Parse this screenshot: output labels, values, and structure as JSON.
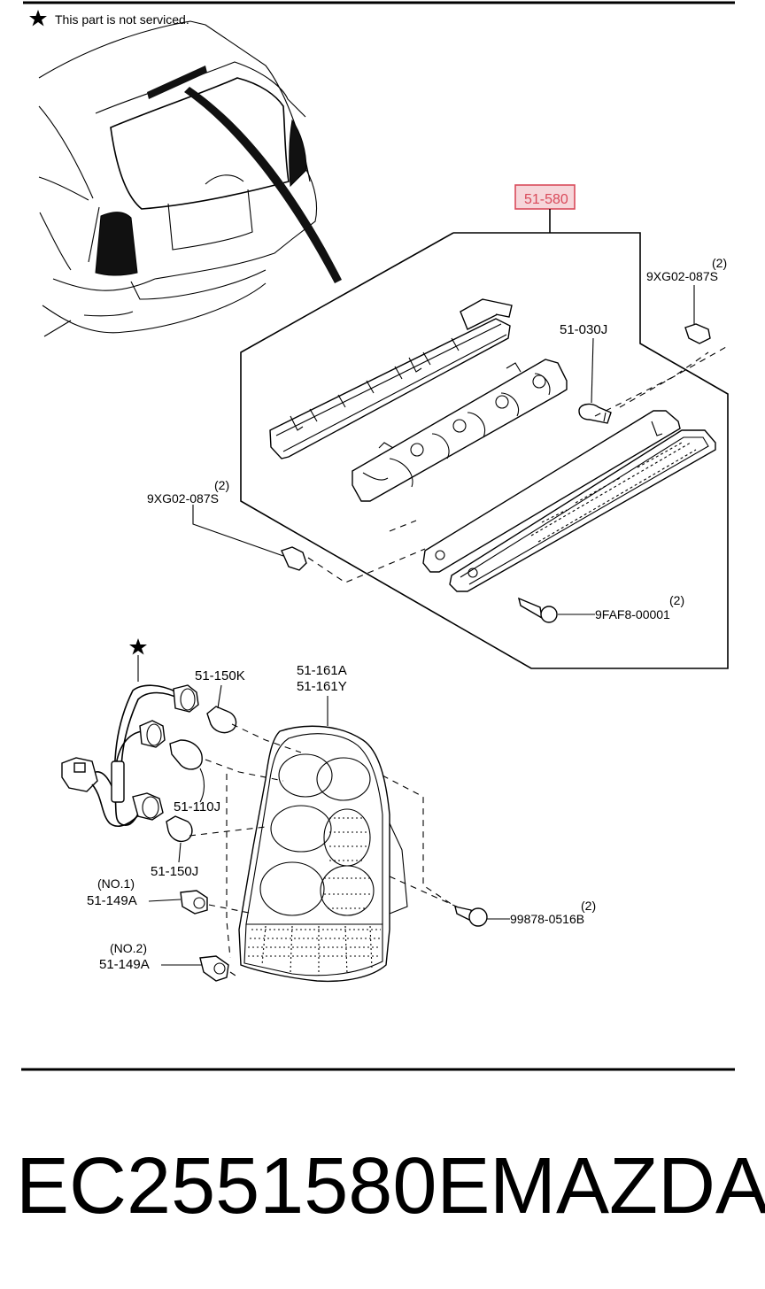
{
  "note": {
    "icon": "star-icon",
    "text": "This part is not serviced."
  },
  "callouts": {
    "assembly": "51-580",
    "clip_top_right": {
      "qty": "(2)",
      "code": "9XG02-087S"
    },
    "bulb_high": "51-030J",
    "clip_left": {
      "qty": "(2)",
      "code": "9XG02-087S"
    },
    "screw_high": {
      "qty": "(2)",
      "code": "9FAF8-00001"
    },
    "tail_lamp": [
      "51-161A",
      "51-161Y"
    ],
    "bulb_1": "51-150K",
    "bulb_2": "51-110J",
    "bulb_3": "51-150J",
    "socket_no1": {
      "tag": "(NO.1)",
      "code": "51-149A"
    },
    "socket_no2": {
      "tag": "(NO.2)",
      "code": "51-149A"
    },
    "screw_lamp": {
      "qty": "(2)",
      "code": "99878-0516B"
    }
  },
  "footer": {
    "part_number": "EC2551580E",
    "brand": "MAZDA"
  },
  "colors": {
    "highlight": "#d94a5a",
    "highlight_fill": "#f6d6da"
  }
}
